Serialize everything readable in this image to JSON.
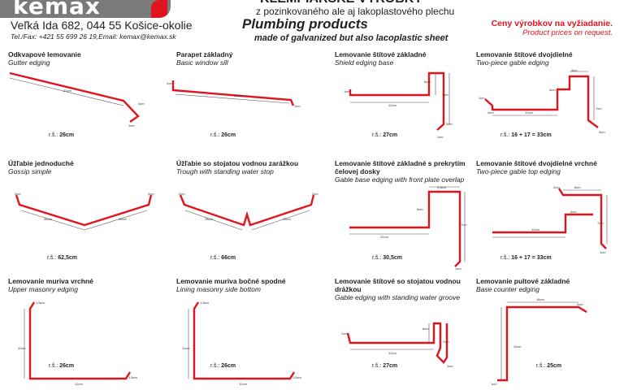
{
  "header": {
    "logo": "kemax",
    "top_cut": "KLEMPIARSKE VÝROBKY",
    "address": "Veľká Ida 682, 044 55 Košice-okolie",
    "contact": "Tel./Fax: +421 55 699 26 19,Email: kemax@kemax.sk",
    "subtitle_sk": "z pozinkovaného ale aj lakoplastového plechu",
    "title_en": "Plumbing products",
    "subtitle_en": "made of galvanized but also lacoplastic sheet",
    "price_sk": "Ceny výrobkov na vyžiadanie.",
    "price_en": "Product prices on request."
  },
  "accent_color": "#e0141e",
  "rs_prefix": "r.š.:",
  "products": [
    {
      "name_sk": "Odkvapové lemovanie",
      "name_en": "Gutter edging",
      "rs": "26cm",
      "dims": [
        "21cm",
        "4cm",
        "1cm"
      ]
    },
    {
      "name_sk": "Parapet základný",
      "name_en": "Basic window sill",
      "rs": "26cm",
      "dims": [
        "2cm",
        "21cm",
        "1cm"
      ]
    },
    {
      "name_sk": "Lemovanie štítové základné",
      "name_en": "Shield edging base",
      "rs": "27cm",
      "dims": [
        "1cm",
        "6cm",
        "12cm",
        "7cm",
        "3cm",
        "1cm"
      ]
    },
    {
      "name_sk": "Lemovanie štítové dvojdielné",
      "name_en": "Two-piece gable edging",
      "rs": "16 + 17 = 33cm",
      "dims": [
        "1cm",
        "3cm",
        "12cm",
        "4cm",
        "3cm",
        "7cm",
        "3cm"
      ]
    },
    {
      "name_sk": "Úžľabie jednoduché",
      "name_en": "Gossip simple",
      "rs": "62,5cm",
      "dims": [
        "2cm",
        "28cm",
        "28cm",
        "2cm"
      ]
    },
    {
      "name_sk": "Úžľabie so stojatou vodnou zarážkou",
      "name_en": "Trough with standing water stop",
      "rs": "66cm",
      "dims": [
        "2cm",
        "28cm",
        "28cm",
        "2cm"
      ]
    },
    {
      "name_sk": "Lemovanie štítové základné s prekrytím čelovej dosky",
      "name_en": "Gable base edging with front plate overlap",
      "rs": "30,5cm",
      "dims": [
        "3,5cm",
        "6cm",
        "12cm",
        "7cm",
        "1cm"
      ]
    },
    {
      "name_sk": "Lemovanie štítové dvojdielné vrchné",
      "name_en": "Two-piece gable top edging",
      "rs": "16 + 17 = 33cm",
      "dims": [
        "2cm",
        "8cm",
        "4cm",
        "12cm",
        "7cm",
        "1cm"
      ]
    },
    {
      "name_sk": "Lemovanie muriva vrchné",
      "name_en": "Upper masonry edging",
      "rs": "26cm",
      "dims": [
        "1,5cm",
        "11cm",
        "12cm",
        "1,5cm"
      ]
    },
    {
      "name_sk": "Lemovanie muriva bočné spodné",
      "name_en": "Lining masonry side bottom",
      "rs": "26cm",
      "dims": [
        "1,5cm",
        "11cm",
        "12cm",
        "1,5cm"
      ]
    },
    {
      "name_sk": "Lemovanie štítové so stojatou vodnou drážkou",
      "name_en": "Gable edging with standing water groove",
      "rs": "27cm",
      "dims": [
        "1cm",
        "6cm",
        "12cm",
        "7cm",
        "1cm"
      ]
    },
    {
      "name_sk": "Lemovanie pultové základné",
      "name_en": "Base counter edging",
      "rs": "25cm",
      "dims": [
        "16cm",
        "2cm",
        "11cm",
        "1cm"
      ]
    }
  ]
}
